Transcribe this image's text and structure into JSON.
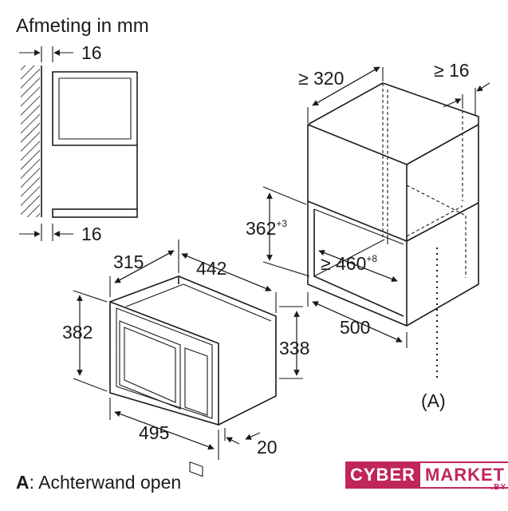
{
  "title": "Afmeting in mm",
  "legend": {
    "key": "A",
    "text": ": Achterwand open"
  },
  "marker": "(A)",
  "dims": {
    "top_gap": "16",
    "bottom_gap": "16",
    "cab_depth": "≥ 320",
    "cab_side": "≥ 16",
    "niche_h": "362",
    "niche_h_tol": "+3",
    "niche_w": "≥ 460",
    "niche_w_tol": "+8",
    "niche_d": "500",
    "dev_depth": "315",
    "dev_width_top": "442",
    "dev_height": "382",
    "dev_body_h": "338",
    "dev_width": "495",
    "frame": "20"
  },
  "brand": {
    "part1": "CYBER",
    "part2": "MARKET",
    "tld": ".BY"
  },
  "colors": {
    "brand": "#c0265a",
    "ink": "#1a1a1a"
  }
}
